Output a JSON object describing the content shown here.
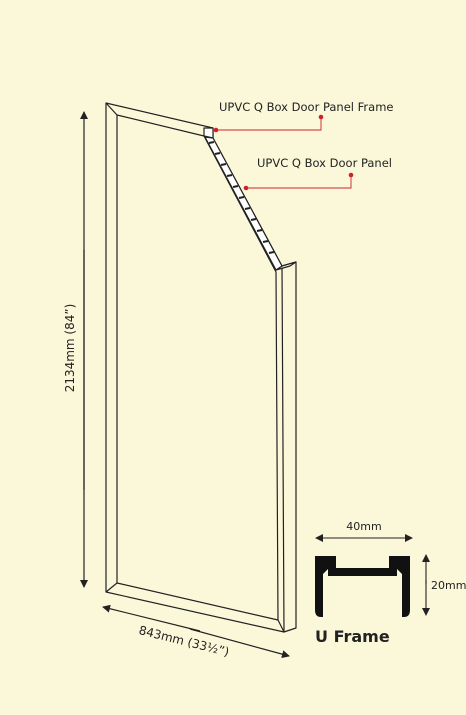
{
  "labels": {
    "frame_callout": "UPVC Q Box Door Panel Frame",
    "panel_callout": "UPVC Q Box Door Panel",
    "height_dimension": "2134mm (84”)",
    "width_dimension": "843mm (33½”)"
  },
  "u_frame": {
    "title": "U Frame",
    "width_label": "40mm",
    "height_label": "20mm"
  },
  "colors": {
    "background": "#fbf8da",
    "line": "#222222",
    "callout_dot": "#d0202a",
    "frame_fill": "#fbf8da"
  }
}
